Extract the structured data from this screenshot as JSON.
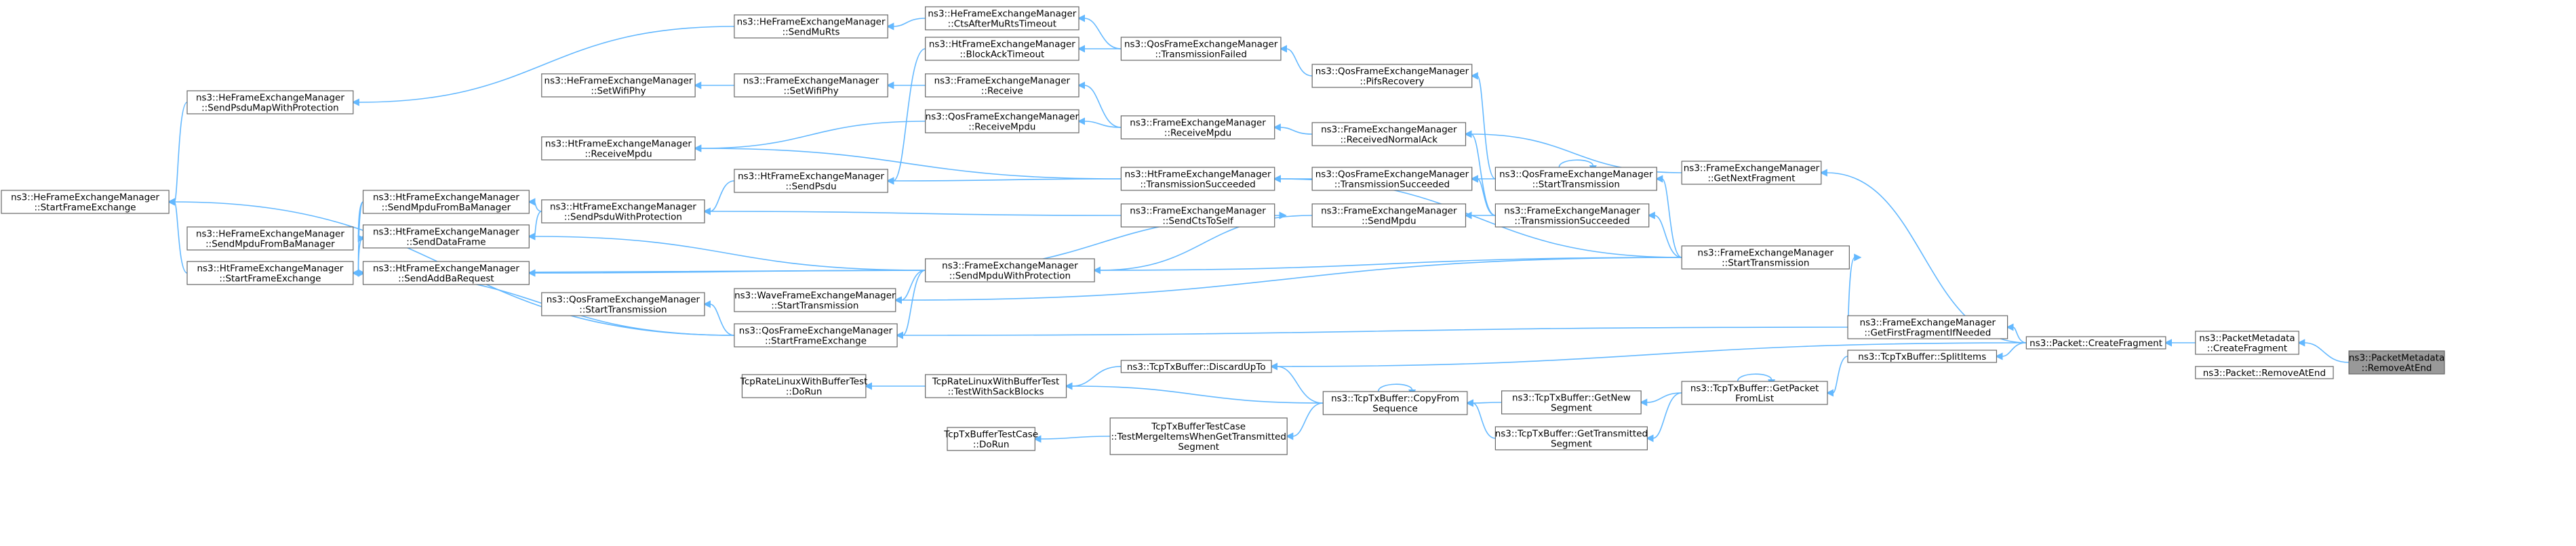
{
  "graph": {
    "current_node": "n_rem",
    "nodes": [
      {
        "id": "n_rem",
        "lines": [
          "ns3::PacketMetadata",
          "::RemoveAtEnd"
        ],
        "current": true
      },
      {
        "id": "n_pmcf",
        "lines": [
          "ns3::PacketMetadata",
          "::CreateFragment"
        ]
      },
      {
        "id": "n_prae",
        "lines": [
          "ns3::Packet::RemoveAtEnd"
        ]
      },
      {
        "id": "n_pcf",
        "lines": [
          "ns3::Packet::CreateFragment"
        ]
      },
      {
        "id": "n_gfin",
        "lines": [
          "ns3::FrameExchangeManager",
          "::GetFirstFragmentIfNeeded"
        ]
      },
      {
        "id": "n_gnf",
        "lines": [
          "ns3::FrameExchangeManager",
          "::GetNextFragment"
        ]
      },
      {
        "id": "n_split",
        "lines": [
          "ns3::TcpTxBuffer::SplitItems"
        ]
      },
      {
        "id": "n_disc",
        "lines": [
          "ns3::TcpTxBuffer::DiscardUpTo"
        ]
      },
      {
        "id": "n_fest",
        "lines": [
          "ns3::FrameExchangeManager",
          "::StartTransmission"
        ]
      },
      {
        "id": "n_getpkt",
        "lines": [
          "ns3::TcpTxBuffer::GetPacket",
          "FromList"
        ]
      },
      {
        "id": "n_rna",
        "lines": [
          "ns3::FrameExchangeManager",
          "::ReceivedNormalAck"
        ]
      },
      {
        "id": "n_fets",
        "lines": [
          "ns3::FrameExchangeManager",
          "::TransmissionSucceeded"
        ]
      },
      {
        "id": "n_qst",
        "lines": [
          "ns3::QosFrameExchangeManager",
          "::StartTransmission"
        ]
      },
      {
        "id": "n_fesm",
        "lines": [
          "ns3::FrameExchangeManager",
          "::SendMpdu"
        ]
      },
      {
        "id": "n_qts",
        "lines": [
          "ns3::QosFrameExchangeManager",
          "::TransmissionSucceeded"
        ]
      },
      {
        "id": "n_pifs",
        "lines": [
          "ns3::QosFrameExchangeManager",
          "::PifsRecovery"
        ]
      },
      {
        "id": "n_qtf",
        "lines": [
          "ns3::QosFrameExchangeManager",
          "::TransmissionFailed"
        ]
      },
      {
        "id": "n_ferm",
        "lines": [
          "ns3::FrameExchangeManager",
          "::ReceiveMpdu"
        ]
      },
      {
        "id": "n_hts",
        "lines": [
          "ns3::HtFrameExchangeManager",
          "::TransmissionSucceeded"
        ]
      },
      {
        "id": "n_fescts",
        "lines": [
          "ns3::FrameExchangeManager",
          "::SendCtsToSelf"
        ]
      },
      {
        "id": "n_fesmwp",
        "lines": [
          "ns3::FrameExchangeManager",
          "::SendMpduWithProtection"
        ]
      },
      {
        "id": "n_cftx",
        "lines": [
          "ns3::TcpTxBuffer::CopyFrom",
          "Sequence"
        ]
      },
      {
        "id": "n_getnew",
        "lines": [
          "ns3::TcpTxBuffer::GetNew",
          "Segment"
        ]
      },
      {
        "id": "n_getrt",
        "lines": [
          "ns3::TcpTxBuffer::GetTransmitted",
          "Segment"
        ]
      },
      {
        "id": "n_hects",
        "lines": [
          "ns3::HeFrameExchangeManager",
          "::CtsAfterMuRtsTimeout"
        ]
      },
      {
        "id": "n_hbat",
        "lines": [
          "ns3::HtFrameExchangeManager",
          "::BlockAckTimeout"
        ]
      },
      {
        "id": "n_ferecv",
        "lines": [
          "ns3::FrameExchangeManager",
          "::Receive"
        ]
      },
      {
        "id": "n_qrm",
        "lines": [
          "ns3::QosFrameExchangeManager",
          "::ReceiveMpdu"
        ]
      },
      {
        "id": "n_hsp",
        "lines": [
          "ns3::HtFrameExchangeManager",
          "::SendPsdu"
        ]
      },
      {
        "id": "n_wfst",
        "lines": [
          "ns3::WaveFrameExchangeManager",
          "::StartTransmission"
        ]
      },
      {
        "id": "n_qsfe",
        "lines": [
          "ns3::QosFrameExchangeManager",
          "::StartFrameExchange"
        ]
      },
      {
        "id": "n_trts",
        "lines": [
          "TcpRateLinuxWithBufferTest",
          "::TestWithSackBlocks"
        ]
      },
      {
        "id": "n_tbtc",
        "lines": [
          "TcpTxBufferTestCase",
          "::TestMergeItemsWhenGetTransmitted",
          "Segment"
        ]
      },
      {
        "id": "n_hesmr",
        "lines": [
          "ns3::HeFrameExchangeManager",
          "::SendMuRts"
        ]
      },
      {
        "id": "n_fesw",
        "lines": [
          "ns3::FrameExchangeManager",
          "::SetWifiPhy"
        ]
      },
      {
        "id": "n_hrm",
        "lines": [
          "ns3::HtFrameExchangeManager",
          "::ReceiveMpdu"
        ]
      },
      {
        "id": "n_hspwp",
        "lines": [
          "ns3::HtFrameExchangeManager",
          "::SendPsduWithProtection"
        ]
      },
      {
        "id": "n_hsdf",
        "lines": [
          "ns3::HtFrameExchangeManager",
          "::SendDataFrame"
        ]
      },
      {
        "id": "n_hsab",
        "lines": [
          "ns3::HtFrameExchangeManager",
          "::SendAddBaRequest"
        ]
      },
      {
        "id": "n_qst2",
        "lines": [
          "ns3::QosFrameExchangeManager",
          "::StartTransmission"
        ]
      },
      {
        "id": "n_trdr",
        "lines": [
          "TcpRateLinuxWithBufferTest",
          "::DoRun"
        ]
      },
      {
        "id": "n_tbdr",
        "lines": [
          "TcpTxBufferTestCase",
          "::DoRun"
        ]
      },
      {
        "id": "n_hespmwp",
        "lines": [
          "ns3::HeFrameExchangeManager",
          "::SendPsduMapWithProtection"
        ]
      },
      {
        "id": "n_hesw",
        "lines": [
          "ns3::HeFrameExchangeManager",
          "::SetWifiPhy"
        ]
      },
      {
        "id": "n_hsmfba",
        "lines": [
          "ns3::HtFrameExchangeManager",
          "::SendMpduFromBaManager"
        ]
      },
      {
        "id": "n_hesmfba",
        "lines": [
          "ns3::HeFrameExchangeManager",
          "::SendMpduFromBaManager"
        ]
      },
      {
        "id": "n_hsfe",
        "lines": [
          "ns3::HtFrameExchangeManager",
          "::StartFrameExchange"
        ]
      },
      {
        "id": "n_hesfe",
        "lines": [
          "ns3::HeFrameExchangeManager",
          "::StartFrameExchange"
        ]
      }
    ],
    "edges": [
      [
        "n_pmcf",
        "n_rem"
      ],
      [
        "n_pcf",
        "n_pmcf"
      ],
      [
        "n_gfin",
        "n_pcf"
      ],
      [
        "n_gnf",
        "n_pcf"
      ],
      [
        "n_split",
        "n_pcf"
      ],
      [
        "n_disc",
        "n_pcf"
      ],
      [
        "n_fest",
        "n_gfin"
      ],
      [
        "n_qsfe",
        "n_gfin"
      ],
      [
        "n_rna",
        "n_gnf"
      ],
      [
        "n_getpkt",
        "n_split"
      ],
      [
        "n_trts",
        "n_disc"
      ],
      [
        "n_fets",
        "n_fest"
      ],
      [
        "n_qst",
        "n_fest"
      ],
      [
        "n_fesmwp",
        "n_fest"
      ],
      [
        "n_wfst",
        "n_fest"
      ],
      [
        "n_hts",
        "n_fest"
      ],
      [
        "n_getnew",
        "n_getpkt"
      ],
      [
        "n_getrt",
        "n_getpkt"
      ],
      [
        "n_getpkt",
        "n_getpkt"
      ],
      [
        "n_ferm",
        "n_rna"
      ],
      [
        "n_fesm",
        "n_fets"
      ],
      [
        "n_qts",
        "n_fets"
      ],
      [
        "n_rna",
        "n_fets"
      ],
      [
        "n_pifs",
        "n_qst"
      ],
      [
        "n_qts",
        "n_qst"
      ],
      [
        "n_qst",
        "n_qst"
      ],
      [
        "n_fesmwp",
        "n_fesm"
      ],
      [
        "n_hts",
        "n_qts"
      ],
      [
        "n_qtf",
        "n_pifs"
      ],
      [
        "n_hects",
        "n_qtf"
      ],
      [
        "n_hbat",
        "n_qtf"
      ],
      [
        "n_ferecv",
        "n_ferm"
      ],
      [
        "n_qrm",
        "n_ferm"
      ],
      [
        "n_hsp",
        "n_hts"
      ],
      [
        "n_hrm",
        "n_hts"
      ],
      [
        "n_fescts",
        "n_fesmwp"
      ],
      [
        "n_hsdf",
        "n_fesmwp"
      ],
      [
        "n_hsab",
        "n_fesmwp"
      ],
      [
        "n_hsfe",
        "n_fesmwp"
      ],
      [
        "n_wfst",
        "n_fesmwp"
      ],
      [
        "n_qsfe",
        "n_fesmwp"
      ],
      [
        "n_hspwp",
        "n_fescts"
      ],
      [
        "n_cftx",
        "n_getnew"
      ],
      [
        "n_cftx",
        "n_getrt"
      ],
      [
        "n_disc",
        "n_cftx"
      ],
      [
        "n_trts",
        "n_cftx"
      ],
      [
        "n_tbtc",
        "n_cftx"
      ],
      [
        "n_cftx",
        "n_cftx"
      ],
      [
        "n_hesmr",
        "n_hects"
      ],
      [
        "n_hsp",
        "n_hbat"
      ],
      [
        "n_fesw",
        "n_ferecv"
      ],
      [
        "n_hrm",
        "n_qrm"
      ],
      [
        "n_hspwp",
        "n_hsp"
      ],
      [
        "n_qst2",
        "n_qsfe"
      ],
      [
        "n_hsfe",
        "n_qsfe"
      ],
      [
        "n_hesfe",
        "n_qsfe"
      ],
      [
        "n_trdr",
        "n_trts"
      ],
      [
        "n_tbdr",
        "n_tbtc"
      ],
      [
        "n_hespmwp",
        "n_hesmr"
      ],
      [
        "n_hesw",
        "n_fesw"
      ],
      [
        "n_hsmfba",
        "n_hspwp"
      ],
      [
        "n_hsdf",
        "n_hspwp"
      ],
      [
        "n_hesmfba",
        "n_hsmfba"
      ],
      [
        "n_hsfe",
        "n_hsmfba"
      ],
      [
        "n_hsfe",
        "n_hsdf"
      ],
      [
        "n_hsfe",
        "n_hsab"
      ],
      [
        "n_hesfe",
        "n_hespmwp"
      ],
      [
        "n_hesfe",
        "n_hsfe"
      ]
    ]
  }
}
